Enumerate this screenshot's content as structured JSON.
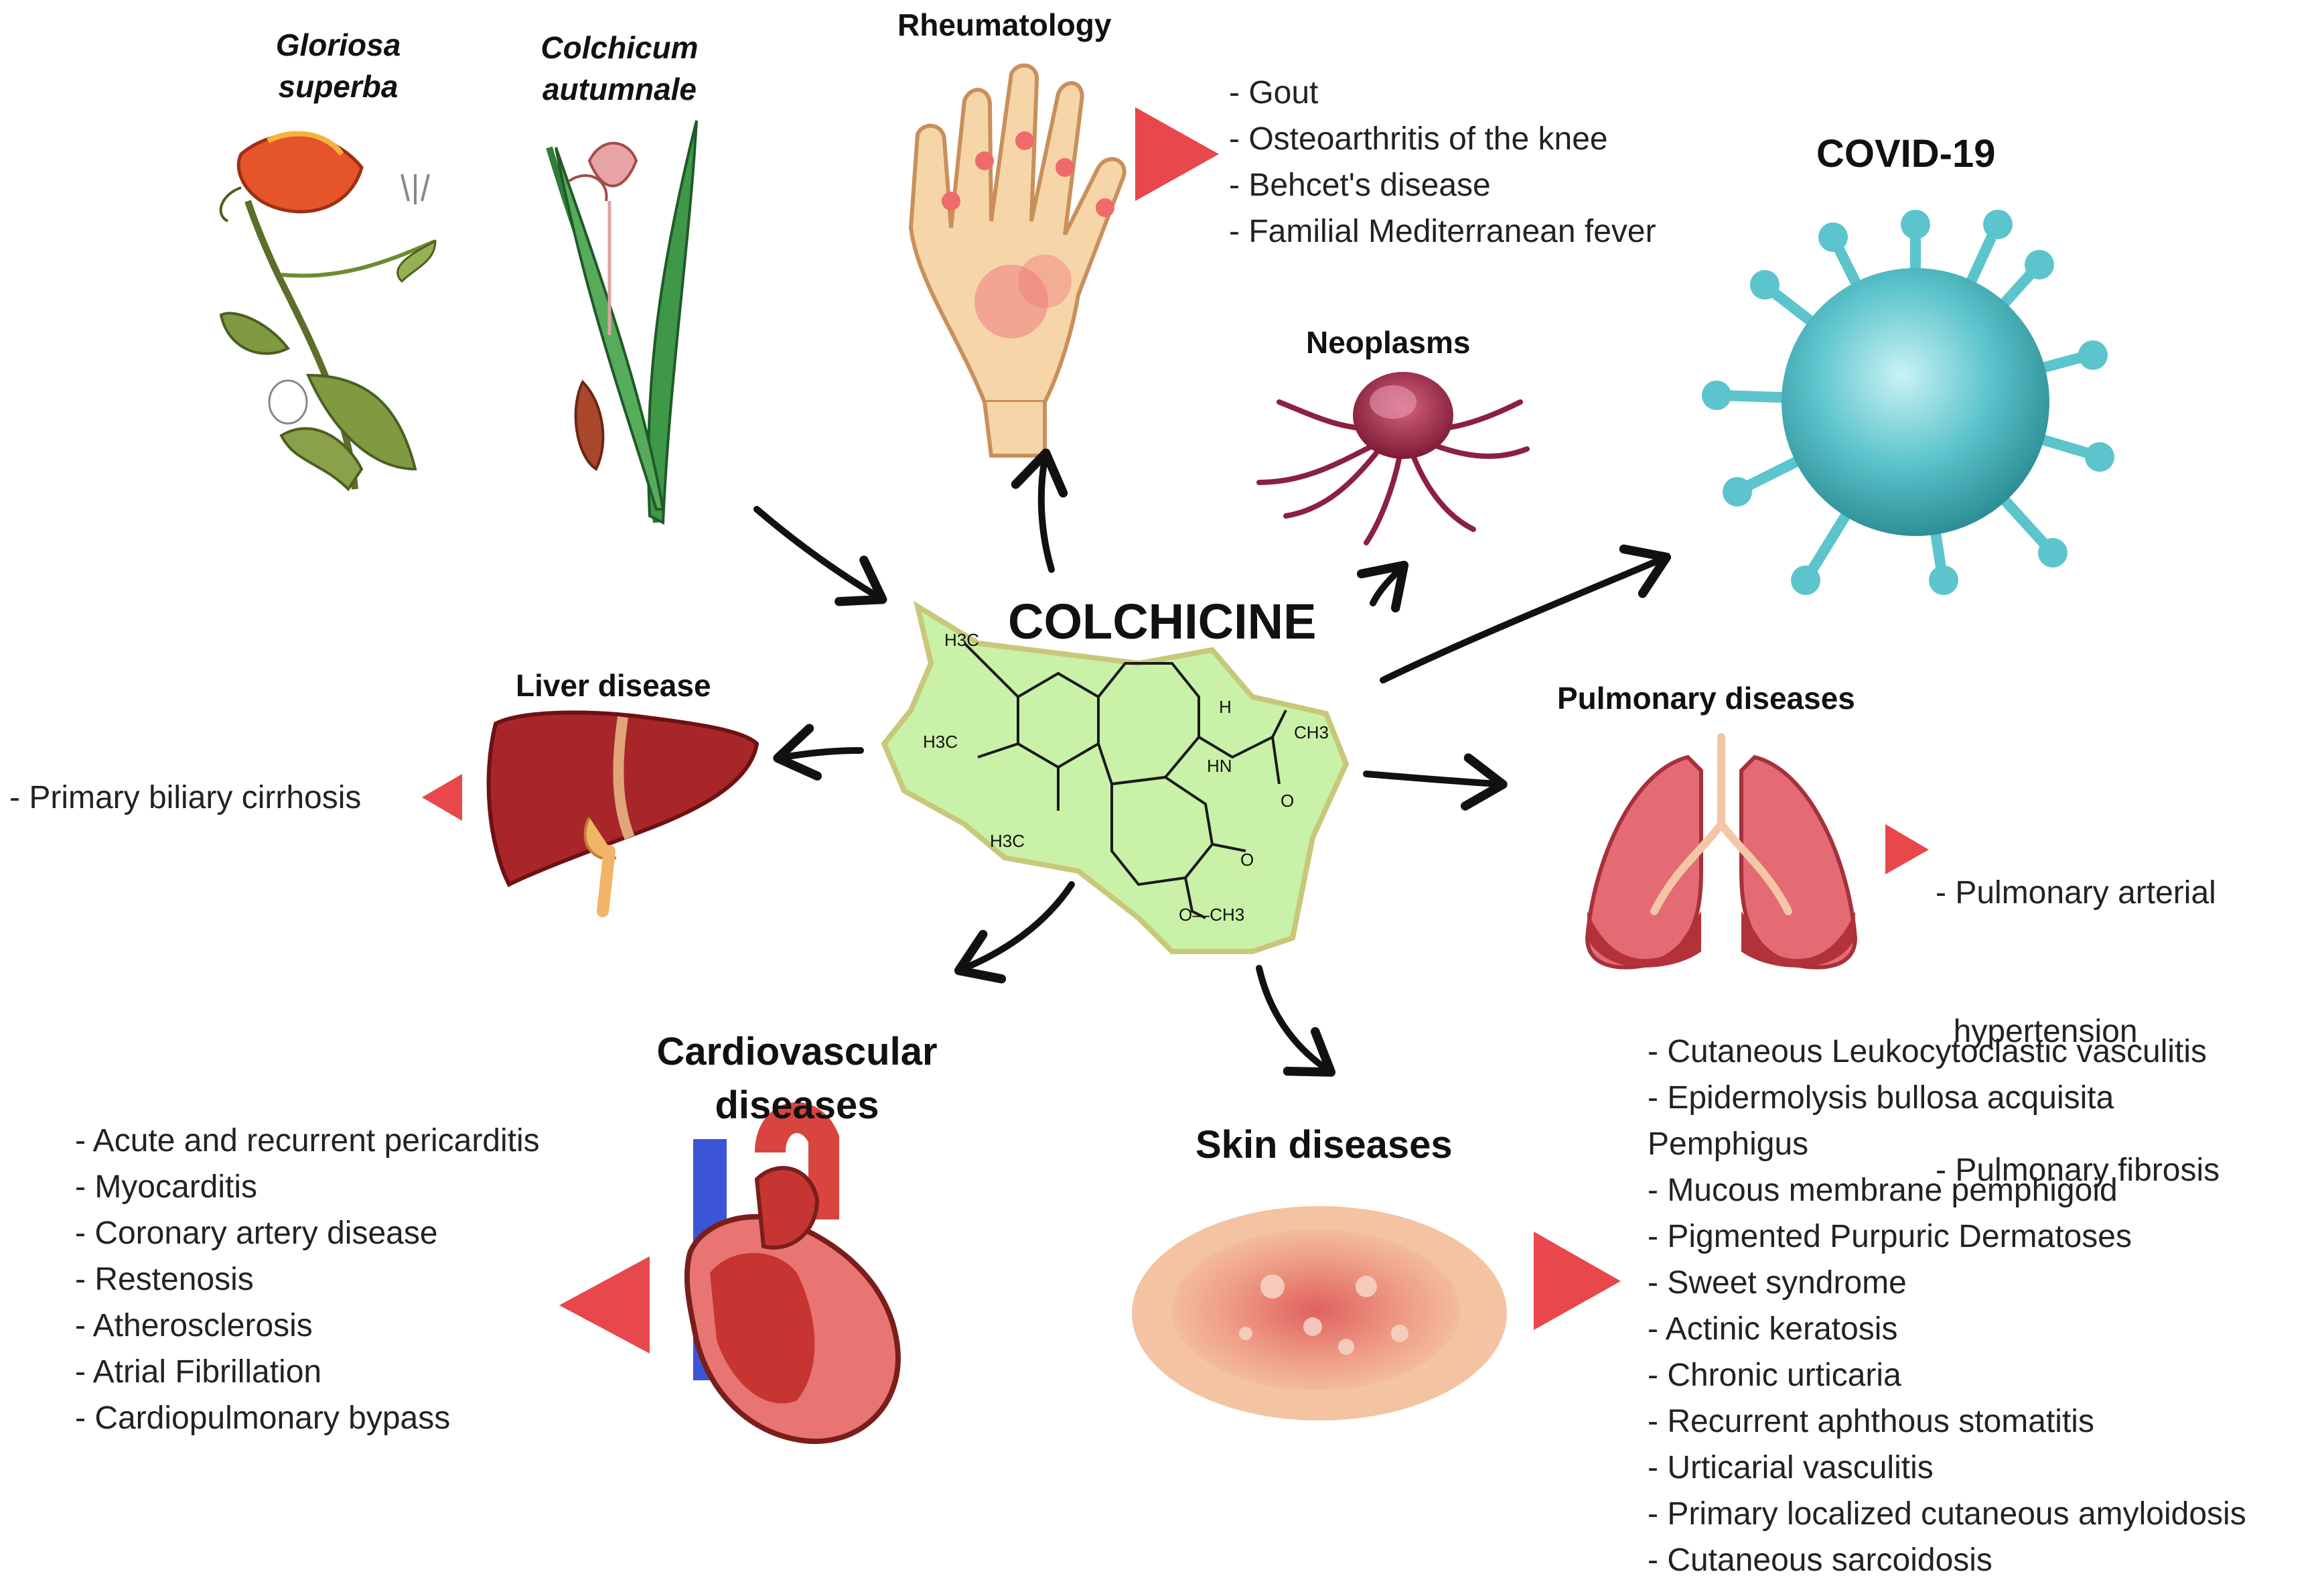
{
  "plants": {
    "gloriosa": "Gloriosa\nsuperba",
    "colchicum": "Colchicum\nautumnale"
  },
  "center": {
    "title": "COLCHICINE"
  },
  "molecule_labels": {
    "h3c_top": "H3C",
    "h3c_mid": "H3C",
    "h3c_bottom": "H3C",
    "h": "H",
    "ch3_right": "CH3",
    "hn": "HN",
    "o_amide": "O",
    "o_ketone": "O",
    "och3": "O—CH3"
  },
  "rheumatology": {
    "title": "Rheumatology",
    "items": [
      "- Gout",
      "- Osteoarthritis of the knee",
      "- Behcet's disease",
      "- Familial Mediterranean fever"
    ]
  },
  "neoplasms": {
    "title": "Neoplasms"
  },
  "covid": {
    "title": "COVID-19"
  },
  "liver": {
    "title": "Liver disease",
    "items": [
      "- Primary biliary cirrhosis"
    ]
  },
  "pulmonary": {
    "title": "Pulmonary diseases",
    "items": [
      "- Pulmonary arterial",
      "  hypertension",
      "- Pulmonary fibrosis"
    ]
  },
  "cardio": {
    "title_line1": "Cardiovascular",
    "title_line2": "diseases",
    "items": [
      "- Acute and recurrent pericarditis",
      "- Myocarditis",
      "- Coronary artery disease",
      "- Restenosis",
      "- Atherosclerosis",
      "- Atrial Fibrillation",
      "- Cardiopulmonary bypass"
    ]
  },
  "skin": {
    "title": "Skin diseases",
    "items": [
      "- Cutaneous Leukocytoclastic vasculitis",
      "- Epidermolysis bullosa acquisita",
      "Pemphigus",
      "- Mucous membrane pemphigoid",
      "- Pigmented Purpuric Dermatoses",
      "- Sweet syndrome",
      "- Actinic keratosis",
      "- Chronic urticaria",
      "- Recurrent aphthous stomatitis",
      "- Urticarial vasculitis",
      "- Primary localized cutaneous amyloidosis",
      "- Cutaneous sarcoidosis"
    ]
  },
  "colors": {
    "pointer_red": "#e8474b",
    "molecule_fill": "#c9f1a8",
    "molecule_border": "#c9c77a",
    "liver": "#a8262a",
    "lung": "#e46a73",
    "virus": "#5cc4cc",
    "tumor": "#a52849",
    "heart": "#d8453f",
    "vein": "#3b55d6"
  }
}
